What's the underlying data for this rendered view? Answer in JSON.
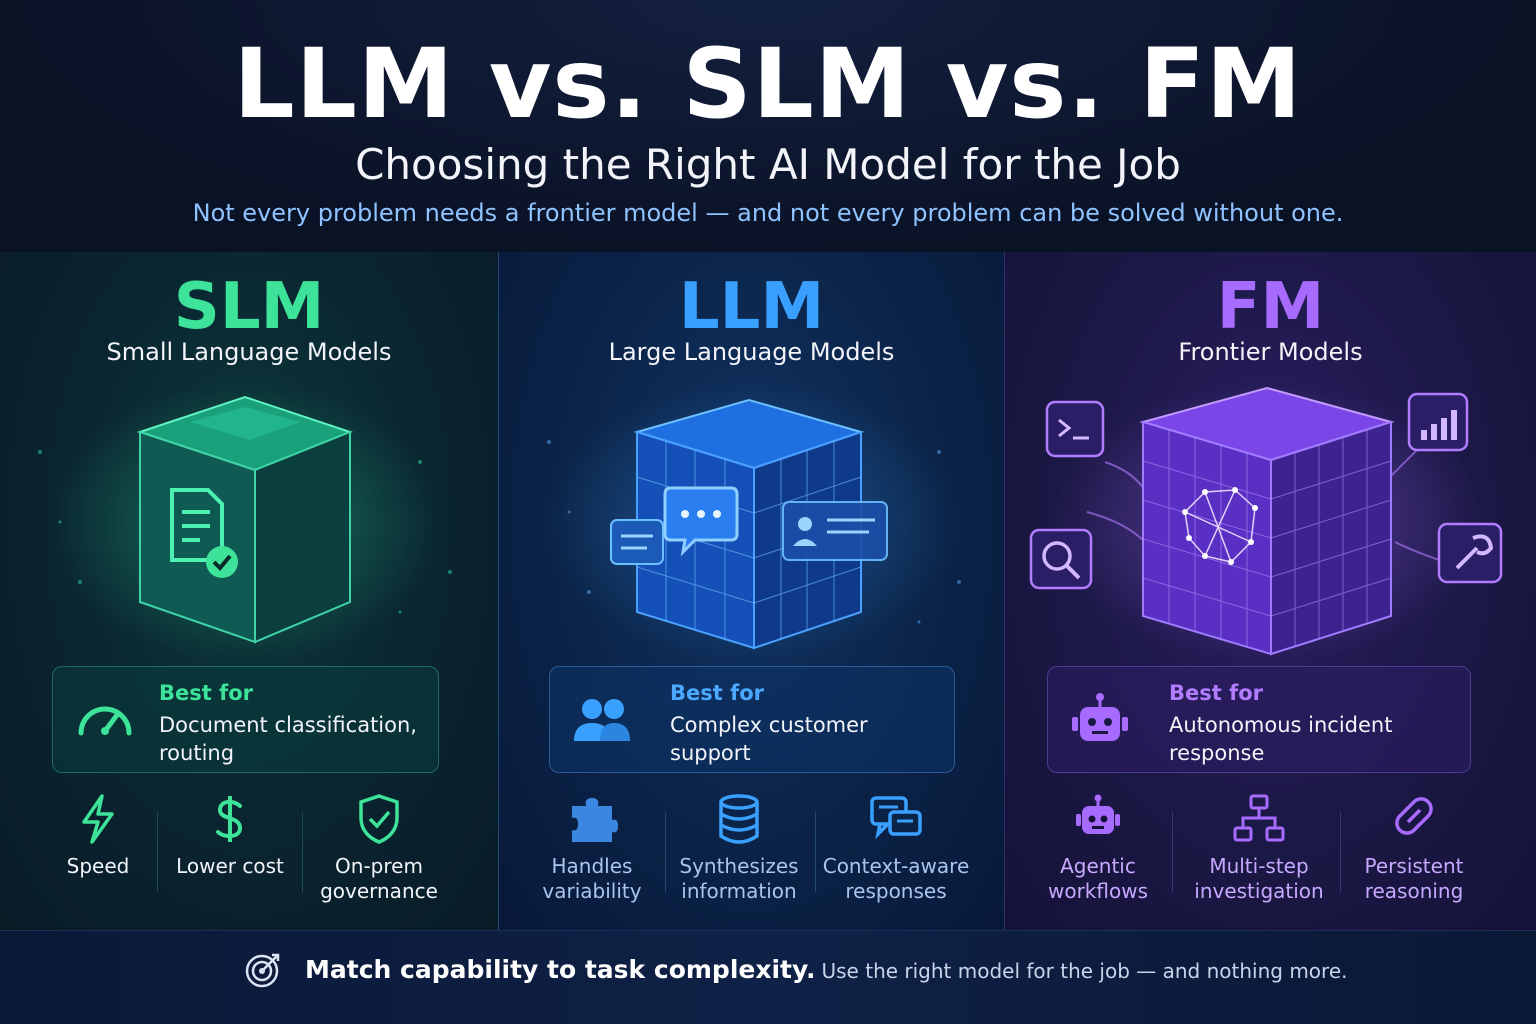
{
  "header": {
    "title": "LLM vs. SLM vs. FM",
    "subtitle": "Choosing the Right AI Model for the Job",
    "tagline": "Not every problem needs a frontier model — and not every problem can be solved without one."
  },
  "colors": {
    "slm_accent": "#3ee39a",
    "llm_accent": "#3aa0ff",
    "fm_accent": "#a86bff",
    "background": "#0a1226"
  },
  "panels": {
    "slm": {
      "code": "SLM",
      "name": "Small Language Models",
      "best_label": "Best for",
      "best_text": "Document classification, routing",
      "best_icon": "speedometer-icon",
      "features": [
        {
          "label": "Speed",
          "icon": "lightning-icon"
        },
        {
          "label": "Lower cost",
          "icon": "dollar-icon"
        },
        {
          "label": "On-prem governance",
          "icon": "shield-check-icon"
        }
      ]
    },
    "llm": {
      "code": "LLM",
      "name": "Large Language Models",
      "best_label": "Best for",
      "best_text": "Complex customer support",
      "best_icon": "users-icon",
      "features": [
        {
          "label": "Handles variability",
          "icon": "puzzle-icon"
        },
        {
          "label": "Synthesizes information",
          "icon": "database-icon"
        },
        {
          "label": "Context-aware responses",
          "icon": "chat-bubbles-icon"
        }
      ]
    },
    "fm": {
      "code": "FM",
      "name": "Frontier Models",
      "best_label": "Best for",
      "best_text": "Autonomous incident response",
      "best_icon": "robot-icon",
      "features": [
        {
          "label": "Agentic workflows",
          "icon": "robot-icon"
        },
        {
          "label": "Multi-step investigation",
          "icon": "hierarchy-icon"
        },
        {
          "label": "Persistent reasoning",
          "icon": "link-icon"
        }
      ]
    }
  },
  "footer": {
    "strong": "Match capability to task complexity.",
    "soft": "Use the right model for the job — and nothing more.",
    "icon": "target-icon"
  }
}
